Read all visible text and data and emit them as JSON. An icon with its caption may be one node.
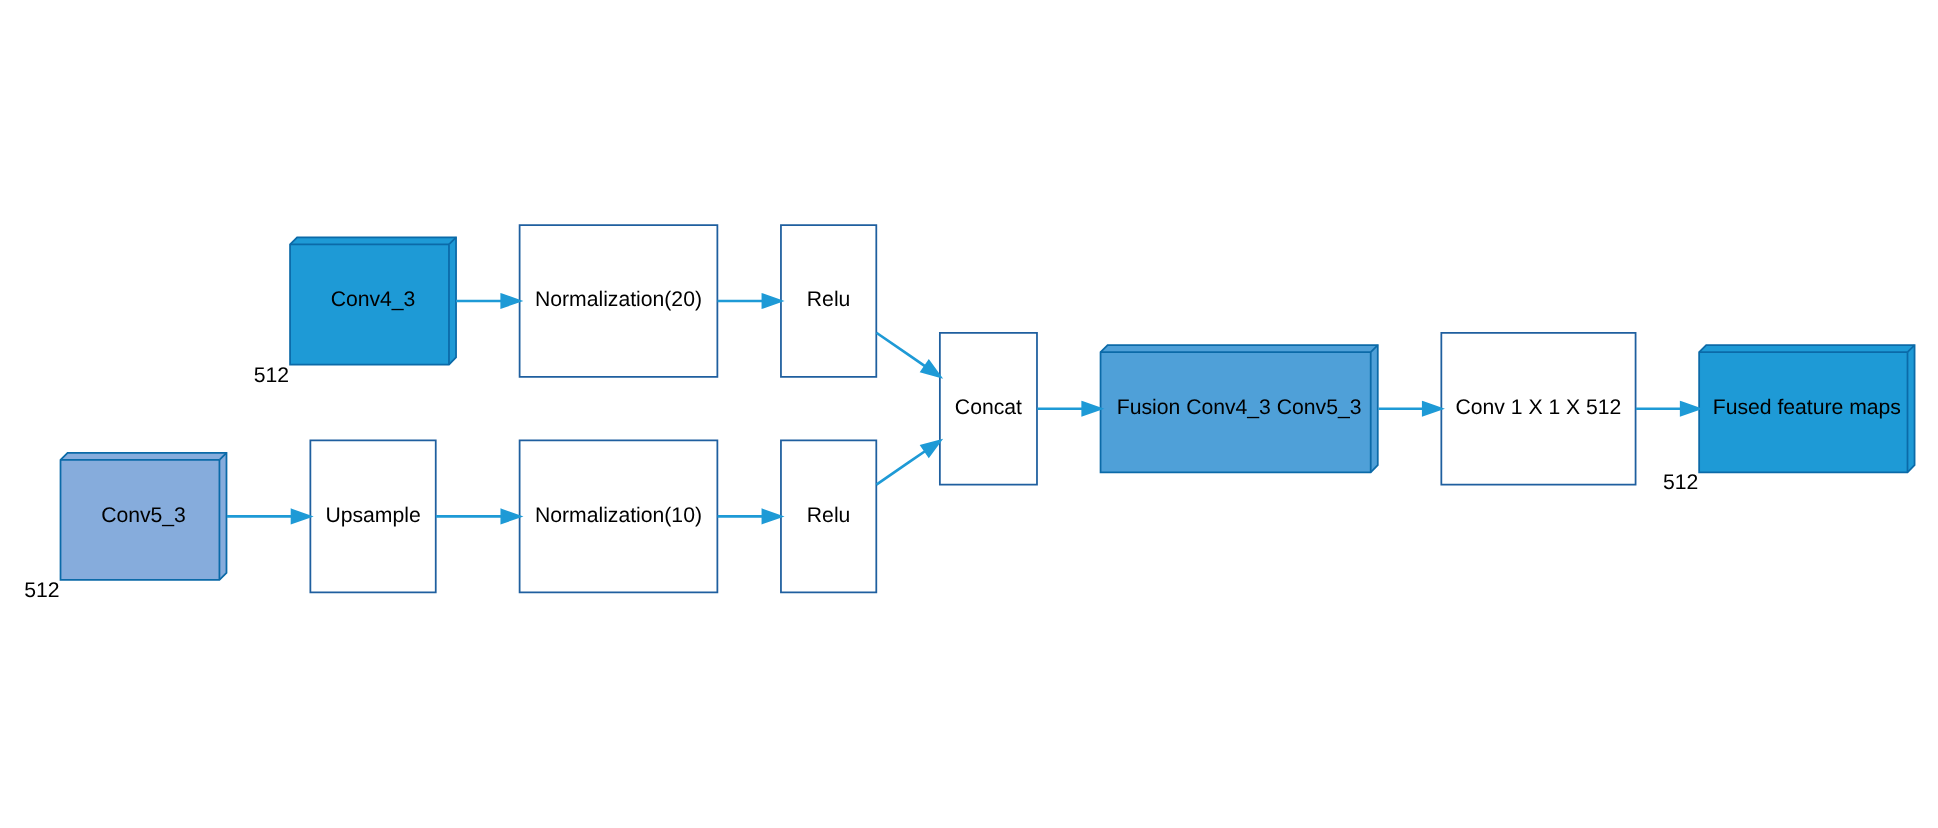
{
  "diagram": {
    "nodes": [
      {
        "text": [
          "Conv4_3"
        ],
        "beside": [
          "512"
        ]
      },
      {
        "text": [
          "Normalization(20)"
        ]
      },
      {
        "text": [
          "Relu"
        ]
      },
      {
        "text": [
          "Conv5_3"
        ],
        "beside": [
          "512"
        ]
      },
      {
        "text": [
          "Upsample"
        ]
      },
      {
        "text": [
          "Normalization(10)"
        ]
      },
      {
        "text": [
          "Relu"
        ]
      },
      {
        "text": [
          "Concat"
        ]
      },
      {
        "text": [
          "Fusion Conv4_3 Conv5_3"
        ]
      },
      {
        "text": [
          "Conv 1 X 1 X 512"
        ]
      },
      {
        "text": [
          "Fused feature maps"
        ],
        "beside": [
          "512"
        ]
      }
    ],
    "edges": [
      {
        "from": 0,
        "to": 1,
        "arrow": "to"
      },
      {
        "from": 1,
        "to": 2,
        "arrow": "to"
      },
      {
        "from": 2,
        "to": 7,
        "arrow": "to"
      },
      {
        "from": 3,
        "to": 4,
        "arrow": "to"
      },
      {
        "from": 4,
        "to": 5,
        "arrow": "to"
      },
      {
        "from": 5,
        "to": 6,
        "arrow": "to"
      },
      {
        "from": 6,
        "to": 7,
        "arrow": "to"
      },
      {
        "from": 7,
        "to": 8,
        "arrow": "to"
      },
      {
        "from": 8,
        "to": 9,
        "arrow": "to"
      },
      {
        "from": 9,
        "to": 10,
        "arrow": "to"
      }
    ]
  }
}
